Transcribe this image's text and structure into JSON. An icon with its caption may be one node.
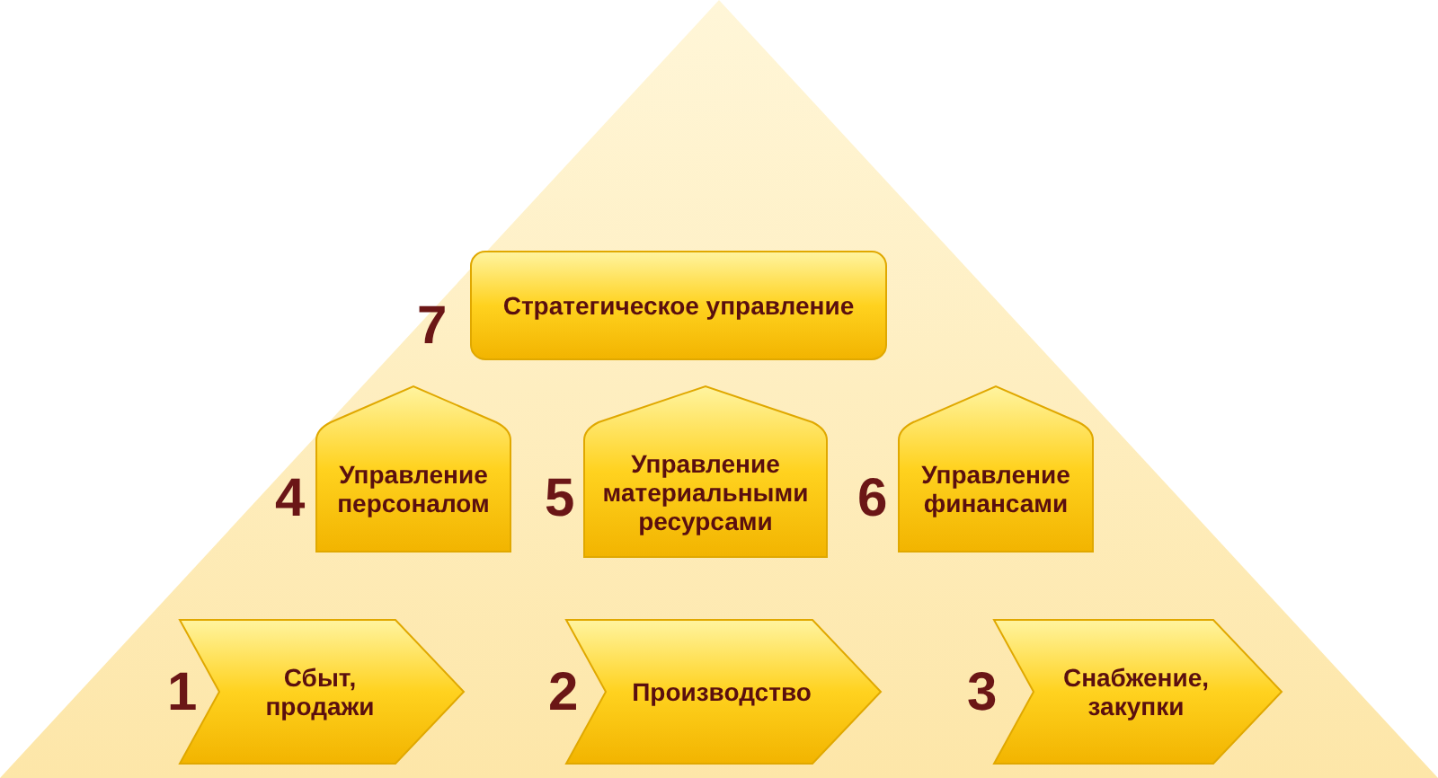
{
  "diagram": {
    "nodes": [
      {
        "text": [
          "Стратегическое управление"
        ],
        "beside": [
          "7"
        ]
      },
      {
        "text": [
          "Управление персоналом"
        ],
        "beside": [
          "4"
        ]
      },
      {
        "text": [
          "Управление материальными ресурсами"
        ],
        "beside": [
          "5"
        ]
      },
      {
        "text": [
          "Управление финансами"
        ],
        "beside": [
          "6"
        ]
      },
      {
        "text": [
          "Сбыт, продажи"
        ],
        "beside": [
          "1"
        ]
      },
      {
        "text": [
          "Производство"
        ],
        "beside": [
          "2"
        ]
      },
      {
        "text": [
          "Снабжение, закупки"
        ],
        "beside": [
          "3"
        ]
      }
    ]
  }
}
